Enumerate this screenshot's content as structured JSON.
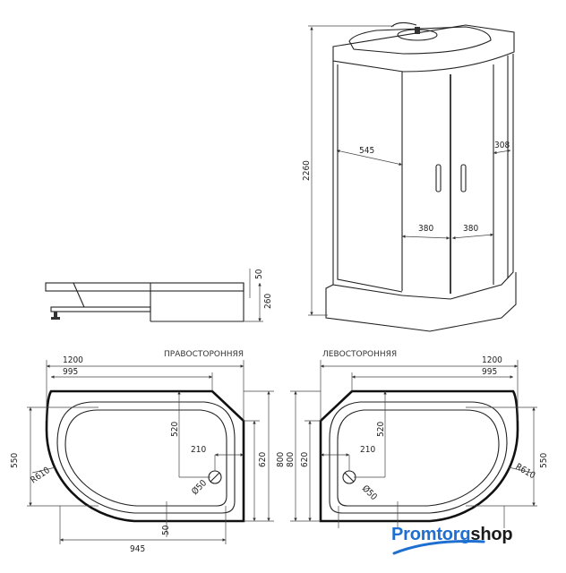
{
  "cabin": {
    "height": "2260",
    "side_width": "545",
    "door_left": "380",
    "door_right": "380",
    "side_panel": "308"
  },
  "tray_profile": {
    "rim": "50",
    "height": "260"
  },
  "plan_right_hand": {
    "title": "ПРАВОСТОРОННЯЯ",
    "width": "1200",
    "inner_width": "995",
    "depth": "800",
    "straight_depth": "620",
    "curve_depth": "550",
    "radius": "R610",
    "drain_y": "520",
    "drain_x": "210",
    "drain_diameter": "Ø50",
    "rim": "50",
    "bottom_width": "945"
  },
  "plan_left_hand": {
    "title": "ЛЕВОСТОРОННЯЯ",
    "width": "1200",
    "inner_width": "995",
    "depth": "800",
    "straight_depth": "620",
    "curve_depth": "550",
    "radius": "R610",
    "drain_y": "520",
    "drain_x": "210",
    "drain_diameter": "Ø50"
  },
  "logo": {
    "part1": "Promtorg",
    "part2": "shop",
    "brand_color": "#1f6fd0"
  }
}
